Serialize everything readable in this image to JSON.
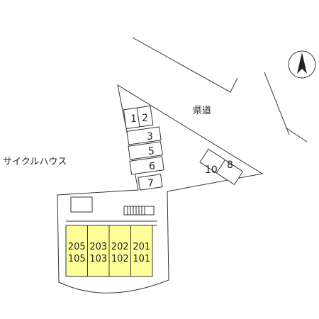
{
  "map": {
    "road_label": "県道",
    "cycle_house_label": "サイクルハウス",
    "north_arrow_icon": "north-arrow-icon",
    "parking_spaces": [
      {
        "label": "1"
      },
      {
        "label": "2"
      },
      {
        "label": "3"
      },
      {
        "label": "5"
      },
      {
        "label": "6"
      },
      {
        "label": "7"
      },
      {
        "label": "8"
      },
      {
        "label": "10"
      }
    ],
    "units": [
      {
        "upper": "205",
        "lower": "105"
      },
      {
        "upper": "203",
        "lower": "103"
      },
      {
        "upper": "202",
        "lower": "102"
      },
      {
        "upper": "201",
        "lower": "101"
      }
    ],
    "colors": {
      "building_fill": "#ffff99",
      "line": "#333333"
    }
  }
}
